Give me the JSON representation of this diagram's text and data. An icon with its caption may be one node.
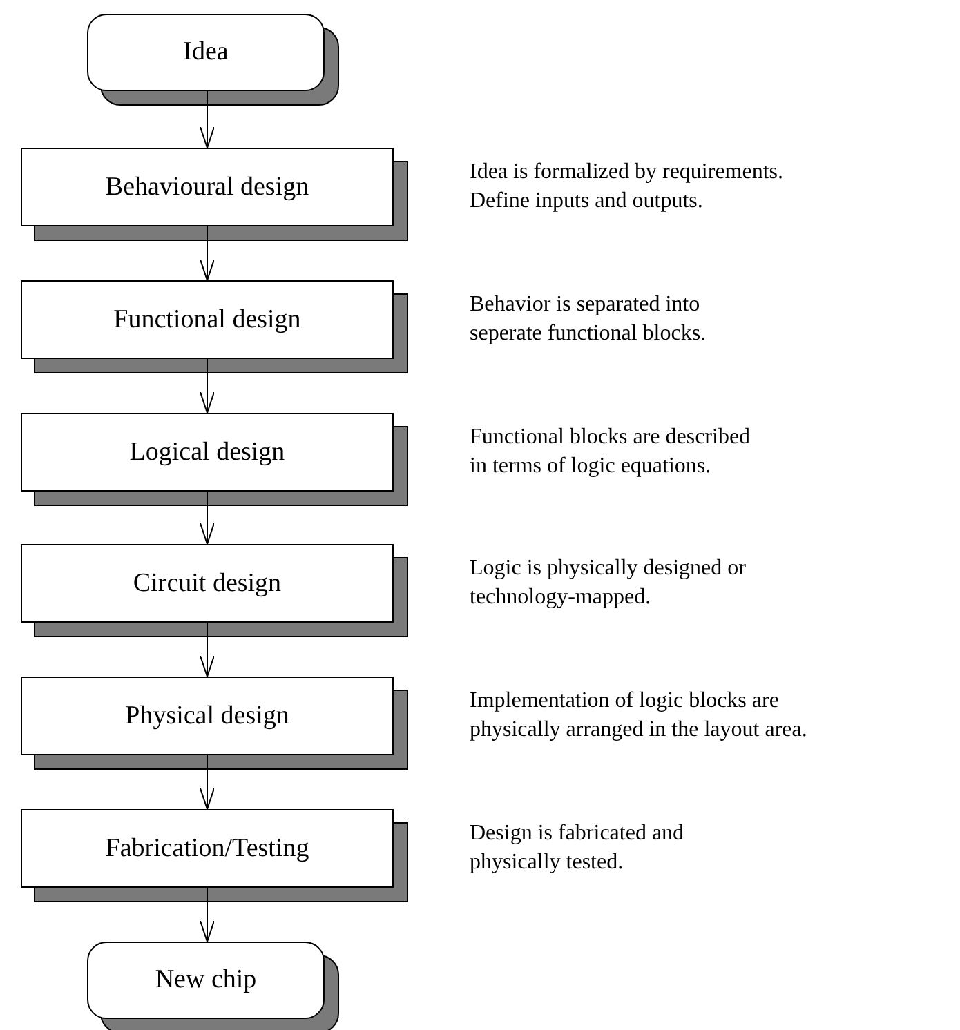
{
  "diagram": {
    "nodes": [
      {
        "text": [
          "Idea"
        ]
      },
      {
        "text": [
          "Behavioural design"
        ],
        "beside": [
          "Idea is formalized by requirements.",
          "Define inputs and outputs."
        ]
      },
      {
        "text": [
          "Functional design"
        ],
        "beside": [
          "Behavior is separated into",
          "seperate functional blocks."
        ]
      },
      {
        "text": [
          "Logical design"
        ],
        "beside": [
          "Functional blocks are described",
          "in terms of logic equations."
        ]
      },
      {
        "text": [
          "Circuit design"
        ],
        "beside": [
          "Logic is physically designed or",
          "technology-mapped."
        ]
      },
      {
        "text": [
          "Physical design"
        ],
        "beside": [
          "Implementation of logic blocks are",
          "physically arranged in the layout area."
        ]
      },
      {
        "text": [
          "Fabrication/Testing"
        ],
        "beside": [
          "Design is fabricated and",
          "physically tested."
        ]
      },
      {
        "text": [
          "New chip"
        ]
      }
    ],
    "edges": [
      {
        "from": 0,
        "to": 1,
        "arrow": "to"
      },
      {
        "from": 1,
        "to": 2,
        "arrow": "to"
      },
      {
        "from": 2,
        "to": 3,
        "arrow": "to"
      },
      {
        "from": 3,
        "to": 4,
        "arrow": "to"
      },
      {
        "from": 4,
        "to": 5,
        "arrow": "to"
      },
      {
        "from": 5,
        "to": 6,
        "arrow": "to"
      },
      {
        "from": 6,
        "to": 7,
        "arrow": "to"
      }
    ]
  }
}
